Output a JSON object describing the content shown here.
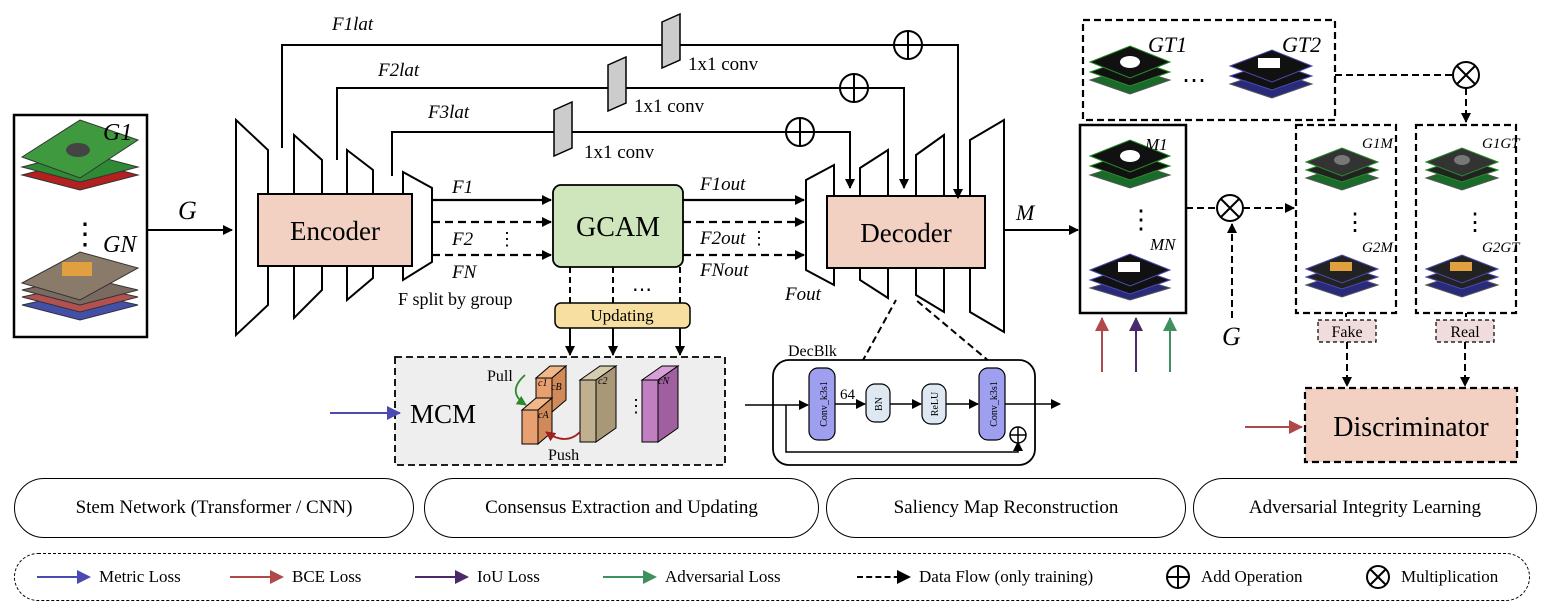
{
  "input": {
    "label_top": "G1",
    "label_bottom": "GN",
    "dots": "⋮",
    "arrow_label": "G"
  },
  "encoder": {
    "label": "Encoder"
  },
  "gcam": {
    "label": "GCAM"
  },
  "decoder": {
    "label": "Decoder"
  },
  "lateral": [
    {
      "label": "F1lat",
      "conv": "1x1 conv"
    },
    {
      "label": "F2lat",
      "conv": "1x1 conv"
    },
    {
      "label": "F3lat",
      "conv": "1x1 conv"
    }
  ],
  "features": {
    "f1": "F1",
    "f2": "F2",
    "fn": "FN",
    "split": "F split by group",
    "dots": "⋮"
  },
  "features_out": {
    "f1": "F1out",
    "f2": "F2out",
    "fn": "FNout",
    "fout": "Fout"
  },
  "updating": {
    "label": "Updating",
    "dots": "⋯"
  },
  "mcm": {
    "label": "MCM",
    "pull": "Pull",
    "push": "Push",
    "c1": "c1",
    "cb": "cB",
    "cA": "cA",
    "c2": "c2",
    "cN": "cN"
  },
  "decblk": {
    "title": "DecBlk",
    "conv1": "Conv_k3s1",
    "ch": "64",
    "bn": "BN",
    "relu": "ReLU",
    "conv2": "Conv_k3s1"
  },
  "output": {
    "m_label": "M",
    "m1": "M1",
    "mn": "MN",
    "g_label": "G"
  },
  "gt": {
    "gt1": "GT1",
    "gt2": "GT2",
    "dots": "⋯"
  },
  "fake_group": {
    "g1": "G1M",
    "g2": "G2M",
    "tag": "Fake"
  },
  "real_group": {
    "g1": "G1GT",
    "g2": "G2GT",
    "tag": "Real"
  },
  "discriminator": {
    "label": "Discriminator"
  },
  "phases": [
    "Stem Network (Transformer / CNN)",
    "Consensus Extraction and Updating",
    "Saliency Map Reconstruction",
    "Adversarial Integrity Learning"
  ],
  "legend": [
    {
      "label": "Metric Loss",
      "color": "#4a4ab0"
    },
    {
      "label": "BCE Loss",
      "color": "#b04a4a"
    },
    {
      "label": "IoU Loss",
      "color": "#4a2a6a"
    },
    {
      "label": "Adversarial Loss",
      "color": "#3f8f5f"
    },
    {
      "label": "Data Flow (only training)",
      "color": "#000000"
    },
    {
      "label": "Add Operation",
      "color": "#000000"
    },
    {
      "label": "Multiplication",
      "color": "#000000"
    }
  ],
  "colors": {
    "encoder": "#f2d1c3",
    "gcam": "#cfe6bd",
    "updating": "#f6dfa0",
    "mcm_bg": "#eeeeee",
    "tag_bg": "#f0dcdc",
    "blk_blue": "#9f9ff0",
    "blk_light": "#dde8f2"
  }
}
